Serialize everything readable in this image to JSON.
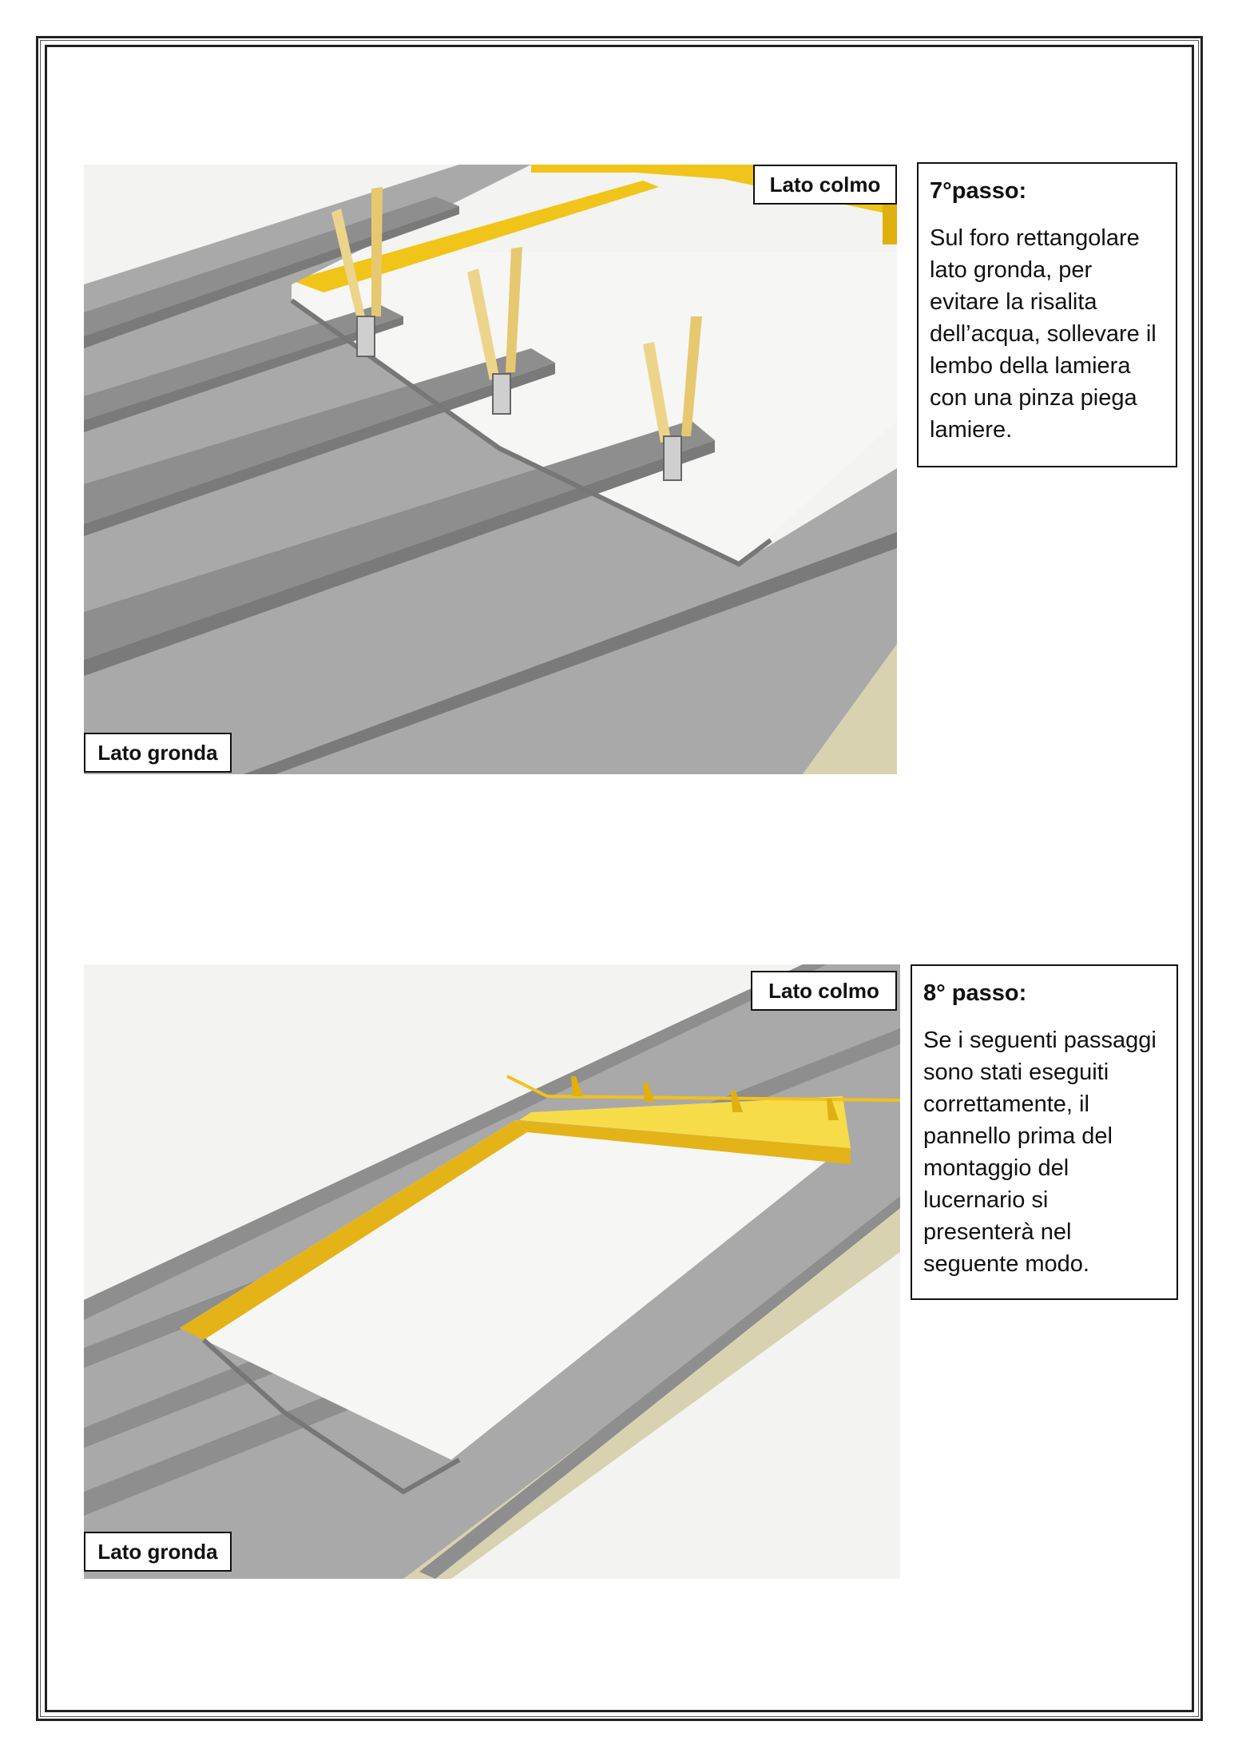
{
  "steps": [
    {
      "title": "7°passo:",
      "text": "Sul foro rettangolare lato gronda, per evitare la risalita dell’acqua, sollevare il lembo della lamiera con una pinza  piega lamiere.",
      "label_ridge": "Lato colmo",
      "label_eave": "Lato gronda"
    },
    {
      "title": "8° passo:",
      "text": "Se i seguenti passaggi sono stati eseguiti correttamente, il pannello prima del montaggio del lucernario si presenterà nel seguente modo.",
      "label_ridge": "Lato colmo",
      "label_eave": "Lato gronda"
    }
  ],
  "colors": {
    "panel": "#a9a9a9",
    "rib": "#8c8c8c",
    "flashing": "#f2c21c",
    "opening": "#f4f4f2",
    "base": "#d8d2b0",
    "border": "#222222"
  }
}
